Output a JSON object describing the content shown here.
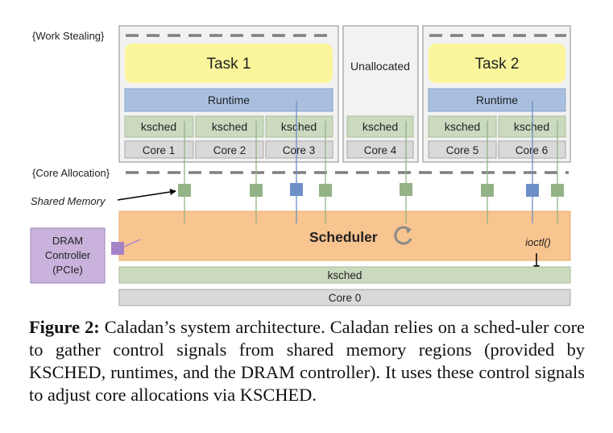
{
  "labels": {
    "work_stealing": "{Work Stealing}",
    "core_allocation": "{Core Allocation}",
    "shared_memory": "Shared Memory",
    "dram_controller": [
      "DRAM",
      "Controller",
      "(PCIe)"
    ],
    "ioctl": "ioctl()"
  },
  "tasks": [
    {
      "name": "Task 1",
      "runtime": "Runtime",
      "ksched": [
        "ksched",
        "ksched",
        "ksched"
      ],
      "cores": [
        "Core 1",
        "Core 2",
        "Core 3"
      ]
    },
    {
      "name": "Task 2",
      "runtime": "Runtime",
      "ksched": [
        "ksched",
        "ksched"
      ],
      "cores": [
        "Core 5",
        "Core 6"
      ]
    }
  ],
  "unallocated": {
    "label": "Unallocated",
    "ksched": "ksched",
    "core": "Core 4"
  },
  "scheduler": {
    "label": "Scheduler",
    "ksched": "ksched",
    "core": "Core 0"
  },
  "caption": {
    "figure": "Figure 2:",
    "parts": [
      " Caladan’s system architecture. Caladan relies on a sched-uler core to gather control signals from shared memory regions (provided by ",
      "KSCHED",
      ", runtimes, and the DRAM controller). It uses these control signals to adjust core allocations via ",
      "KSCHED",
      "."
    ]
  },
  "colors": {
    "task": "#fbf59c",
    "runtime": "#a8bfe0",
    "ksched": "#cbd9bf",
    "core": "#d9d9d9",
    "scheduler": "#f8c48f",
    "dram": "#c9b3dc",
    "shm_green": "#93b386",
    "shm_blue": "#6c8fc6",
    "shm_purple": "#a583c8"
  }
}
